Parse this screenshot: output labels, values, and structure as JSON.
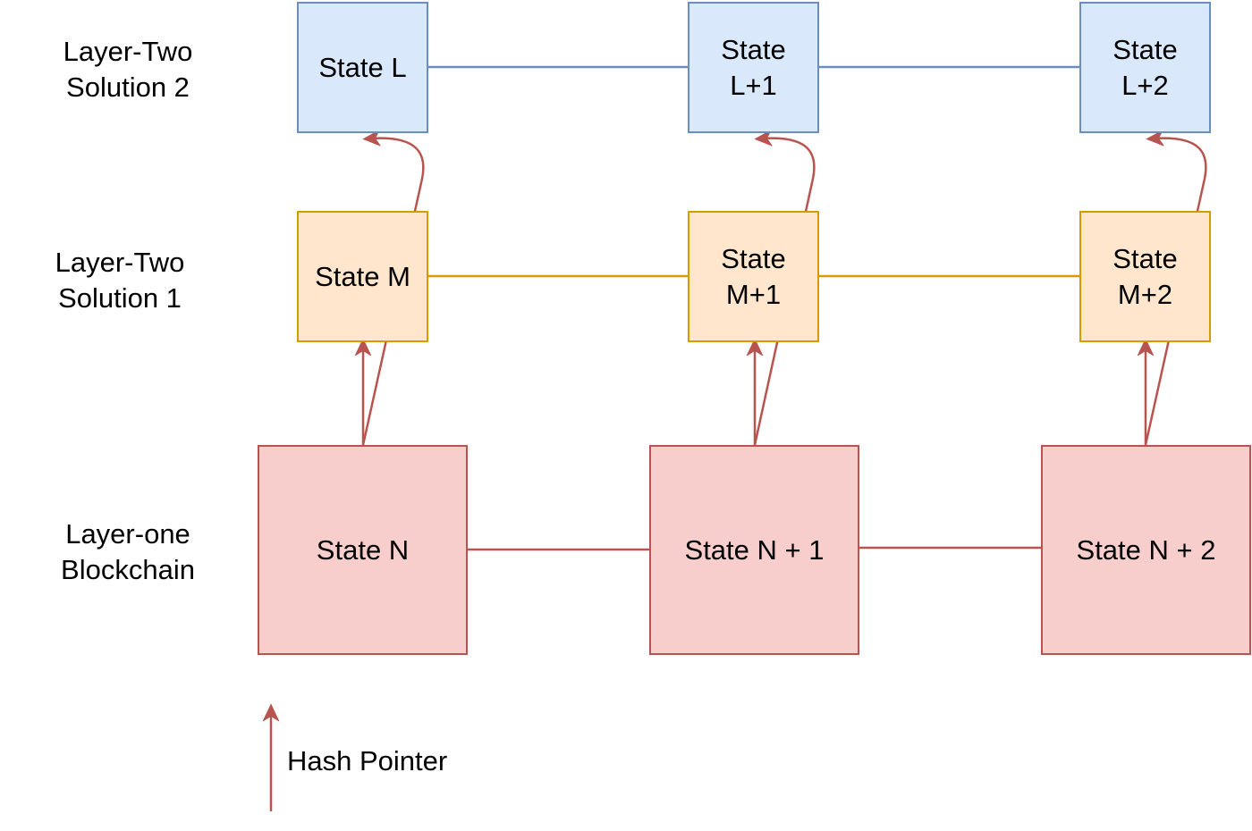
{
  "row_labels": {
    "layer2_solution2": [
      "Layer-Two",
      "Solution 2"
    ],
    "layer2_solution1": [
      "Layer-Two",
      "Solution 1"
    ],
    "layer1": [
      "Layer-one",
      "Blockchain"
    ]
  },
  "solution2_states": [
    {
      "lines": [
        "State L"
      ]
    },
    {
      "lines": [
        "State",
        "L+1"
      ]
    },
    {
      "lines": [
        "State",
        "L+2"
      ]
    }
  ],
  "solution1_states": [
    {
      "lines": [
        "State M"
      ]
    },
    {
      "lines": [
        "State",
        "M+1"
      ]
    },
    {
      "lines": [
        "State",
        "M+2"
      ]
    }
  ],
  "layer1_states": [
    {
      "lines": [
        "State N"
      ]
    },
    {
      "lines": [
        "State N + 1"
      ]
    },
    {
      "lines": [
        "State N + 2"
      ]
    }
  ],
  "legend": {
    "label": "Hash Pointer"
  },
  "colors": {
    "solution2_fill": "#dae8fc",
    "solution2_stroke": "#6c8ebf",
    "solution1_fill": "#ffe6cc",
    "solution1_stroke": "#d79b00",
    "layer1_fill": "#f8cecc",
    "layer1_stroke": "#b85450",
    "hash_pointer": "#b85450"
  }
}
